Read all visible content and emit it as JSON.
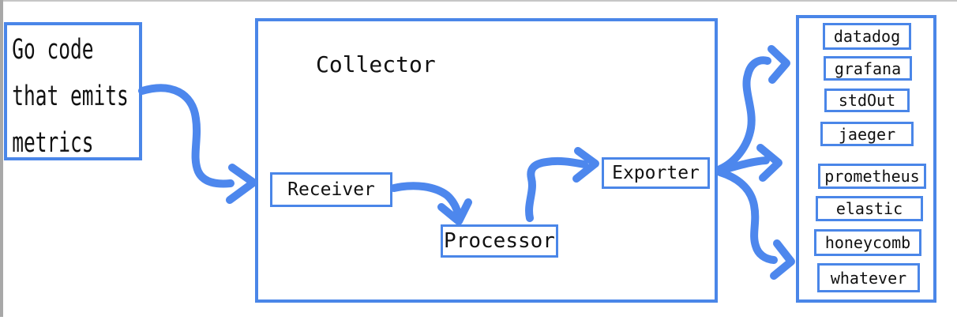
{
  "diagram": {
    "source_box": {
      "lines": [
        "Go code",
        "that emits",
        "metrics"
      ]
    },
    "collector": {
      "title": "Collector",
      "receiver_label": "Receiver",
      "processor_label": "Processor",
      "exporter_label": "Exporter"
    },
    "destinations": {
      "items": [
        "datadog",
        "grafana",
        "stdOut",
        "jaeger",
        "prometheus",
        "elastic",
        "honeycomb",
        "whatever"
      ]
    },
    "colors": {
      "box_border_blue": "#4a86e8",
      "arrow_blue": "#4d87ed",
      "text_black": "#111111",
      "window_edge_gray": "#a8a8a8"
    }
  }
}
